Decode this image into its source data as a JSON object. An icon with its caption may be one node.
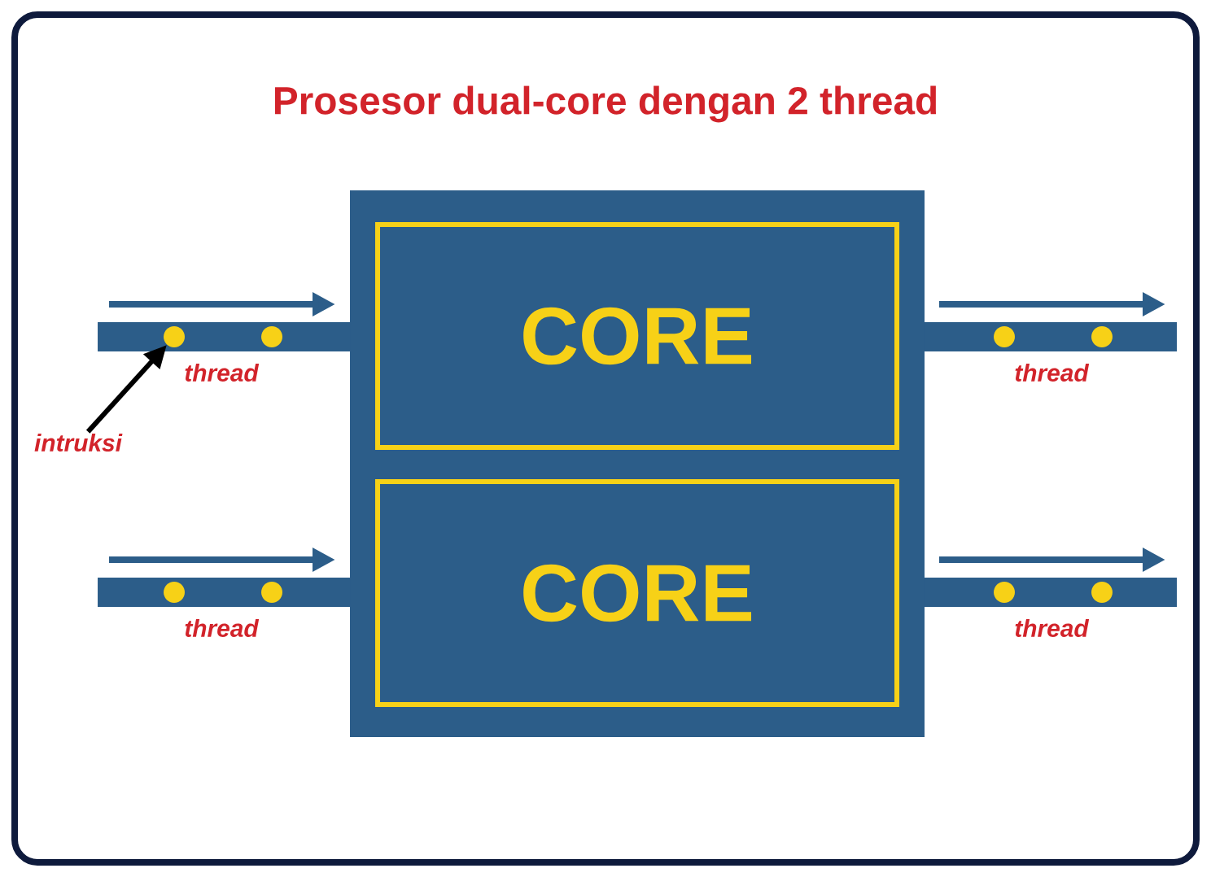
{
  "diagram": {
    "title": "Prosesor dual-core dengan 2 thread",
    "nodes": [
      {
        "text": [],
        "shape": "box"
      },
      {
        "text": [
          "CORE"
        ],
        "in": 0
      },
      {
        "text": [
          "CORE"
        ],
        "in": 0
      },
      {
        "text": [
          "intruksi"
        ]
      },
      {
        "text": [],
        "shape": "circle"
      },
      {
        "text": [],
        "shape": "circle"
      },
      {
        "text": [],
        "shape": "circle"
      },
      {
        "text": [],
        "shape": "circle"
      },
      {
        "text": [],
        "shape": "circle"
      },
      {
        "text": [],
        "shape": "circle"
      },
      {
        "text": [],
        "shape": "circle"
      },
      {
        "text": [],
        "shape": "circle"
      }
    ],
    "edges": [
      {
        "from": 3,
        "to": 4,
        "arrow": "to"
      }
    ],
    "labels": [
      "thread",
      "thread",
      "thread",
      "thread"
    ]
  }
}
